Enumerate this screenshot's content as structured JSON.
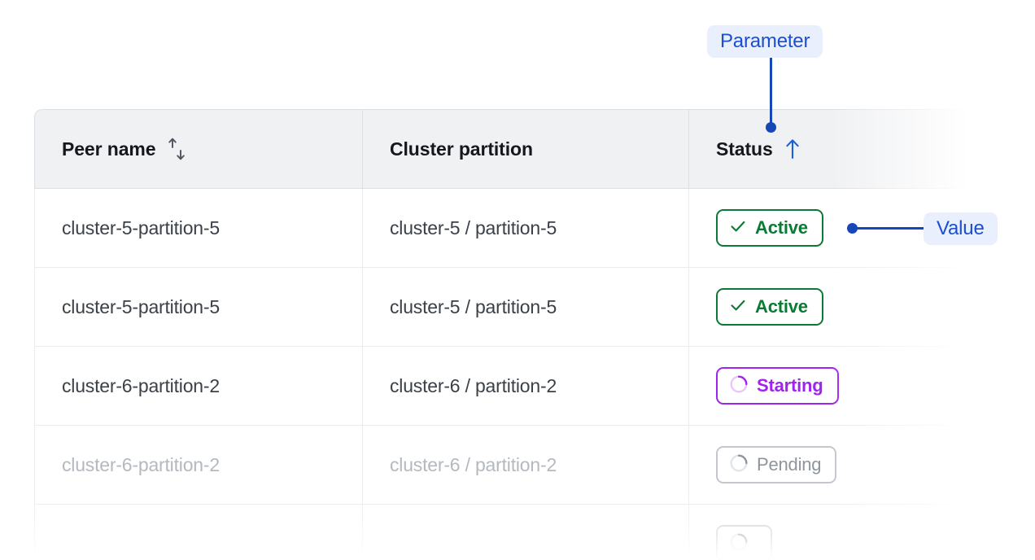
{
  "table": {
    "columns": [
      {
        "label": "Peer name",
        "sort_icon": "sort-both-arrows-icon",
        "sort_state": "none"
      },
      {
        "label": "Cluster partition",
        "sort_icon": "",
        "sort_state": "none"
      },
      {
        "label": "Status",
        "sort_icon": "arrow-up-icon",
        "sort_state": "ascending"
      }
    ],
    "rows": [
      {
        "peer_name": "cluster-5-partition-5",
        "cluster_partition": "cluster-5 / partition-5",
        "status": "Active",
        "status_kind": "active",
        "status_icon": "check-icon",
        "muted": false
      },
      {
        "peer_name": "cluster-5-partition-5",
        "cluster_partition": "cluster-5 / partition-5",
        "status": "Active",
        "status_kind": "active",
        "status_icon": "check-icon",
        "muted": false
      },
      {
        "peer_name": "cluster-6-partition-2",
        "cluster_partition": "cluster-6 / partition-2",
        "status": "Starting",
        "status_kind": "starting",
        "status_icon": "spinner-icon",
        "muted": false
      },
      {
        "peer_name": "cluster-6-partition-2",
        "cluster_partition": "cluster-6 / partition-2",
        "status": "Pending",
        "status_kind": "pending",
        "status_icon": "spinner-icon",
        "muted": true
      },
      {
        "peer_name": "",
        "cluster_partition": "",
        "status": "",
        "status_kind": "pending",
        "status_icon": "spinner-icon",
        "muted": true
      }
    ]
  },
  "annotations": {
    "parameter": {
      "label": "Parameter"
    },
    "value": {
      "label": "Value"
    }
  },
  "colors": {
    "accent_blue": "#1547b8",
    "annotation_pill_bg": "#e9effc",
    "annotation_text": "#1a4fd0",
    "header_bg": "#f0f1f3",
    "header_text": "#14181d",
    "cell_text": "#3a4149",
    "muted_text": "#b4b9bf",
    "status_active": "#0a7a34",
    "status_starting": "#a124ee",
    "status_pending": "#8f959d",
    "row_border": "#e9ebee",
    "header_border": "#dcdfe3"
  }
}
